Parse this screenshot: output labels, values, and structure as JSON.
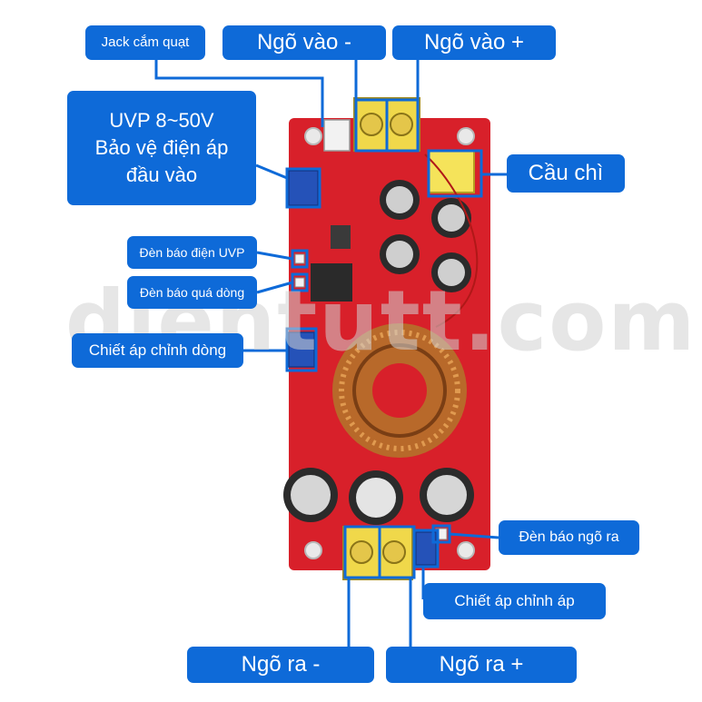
{
  "watermark": "dientutt.com",
  "colors": {
    "label_bg": "#0e6ad8",
    "label_text": "#ffffff",
    "pcb": "#d8202a",
    "copper": "#c8742c",
    "connector_line": "#0e6ad8"
  },
  "labels": {
    "fan_jack": "Jack cắm quạt",
    "input_neg": "Ngõ vào -",
    "input_pos": "Ngõ vào +",
    "uvp_line1": "UVP 8~50V",
    "uvp_line2": "Bảo vệ điện áp",
    "uvp_line3": "đầu vào",
    "fuse": "Cầu chì",
    "uvp_led": "Đèn báo điện UVP",
    "overcurrent_led": "Đèn báo quá dòng",
    "current_pot": "Chiết áp chỉnh dòng",
    "output_led": "Đèn báo ngõ ra",
    "voltage_pot": "Chiết áp chỉnh áp",
    "output_neg": "Ngõ ra -",
    "output_pos": "Ngõ ra +"
  }
}
